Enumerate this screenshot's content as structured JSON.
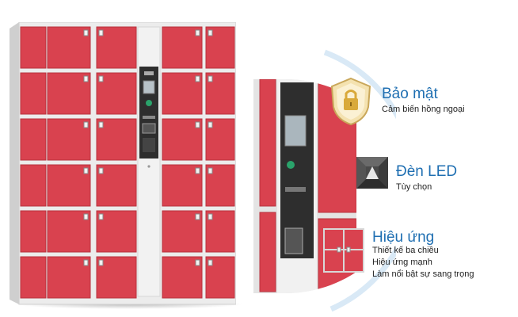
{
  "features": [
    {
      "title": "Bảo mật",
      "lines": [
        "Cảm biến hồng ngoại"
      ],
      "icon": "padlock-shield-icon"
    },
    {
      "title": "Đèn LED",
      "lines": [
        "Tùy chọn"
      ],
      "icon": "led-light-icon"
    },
    {
      "title": "Hiệu ứng",
      "lines": [
        "Thiết kế ba chiều",
        "Hiệu ứng mạnh",
        "Làm nổi bật sự sang trọng"
      ],
      "icon": "locker-door-icon"
    }
  ],
  "colors": {
    "locker_red": "#d9424f",
    "frame_grey": "#e7e7e7",
    "accent_blue": "#1f6fb2",
    "arc_blue": "#cfe3f4"
  }
}
